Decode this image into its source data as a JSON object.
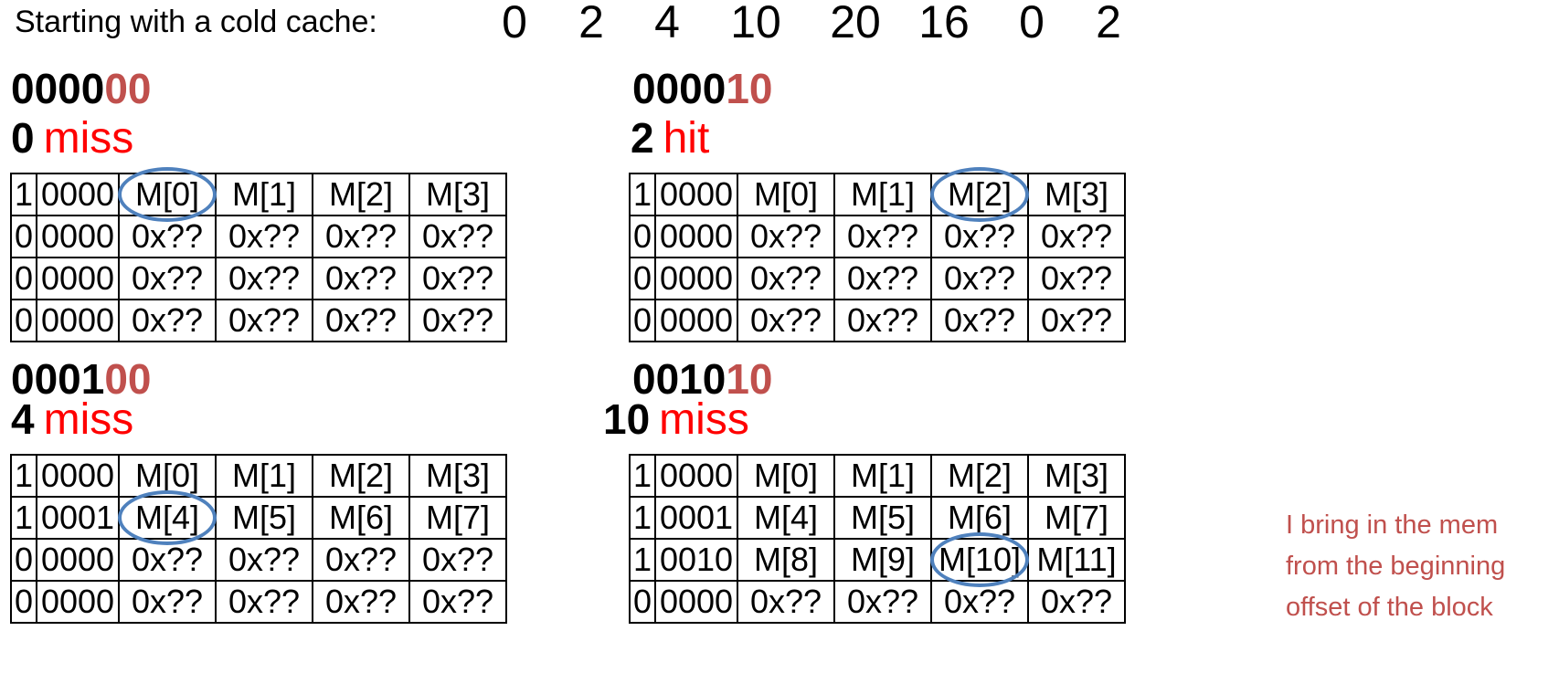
{
  "header": {
    "label": "Starting with a cold cache:",
    "sequence": [
      "0",
      "2",
      "4",
      "10",
      "20",
      "16",
      "0",
      "2"
    ]
  },
  "panels": [
    {
      "address_tag_bits": "0000",
      "address_offset_bits": "00",
      "address": "0",
      "outcome": "miss",
      "rows": [
        [
          "1",
          "0000",
          "M[0]",
          "M[1]",
          "M[2]",
          "M[3]"
        ],
        [
          "0",
          "0000",
          "0x??",
          "0x??",
          "0x??",
          "0x??"
        ],
        [
          "0",
          "0000",
          "0x??",
          "0x??",
          "0x??",
          "0x??"
        ],
        [
          "0",
          "0000",
          "0x??",
          "0x??",
          "0x??",
          "0x??"
        ]
      ],
      "highlight": {
        "row": 0,
        "col": 2
      }
    },
    {
      "address_tag_bits": "0000",
      "address_offset_bits": "10",
      "address": "2",
      "outcome": "hit",
      "rows": [
        [
          "1",
          "0000",
          "M[0]",
          "M[1]",
          "M[2]",
          "M[3]"
        ],
        [
          "0",
          "0000",
          "0x??",
          "0x??",
          "0x??",
          "0x??"
        ],
        [
          "0",
          "0000",
          "0x??",
          "0x??",
          "0x??",
          "0x??"
        ],
        [
          "0",
          "0000",
          "0x??",
          "0x??",
          "0x??",
          "0x??"
        ]
      ],
      "highlight": {
        "row": 0,
        "col": 4
      }
    },
    {
      "address_tag_bits": "0001",
      "address_offset_bits": "00",
      "address": "4",
      "outcome": "miss",
      "rows": [
        [
          "1",
          "0000",
          "M[0]",
          "M[1]",
          "M[2]",
          "M[3]"
        ],
        [
          "1",
          "0001",
          "M[4]",
          "M[5]",
          "M[6]",
          "M[7]"
        ],
        [
          "0",
          "0000",
          "0x??",
          "0x??",
          "0x??",
          "0x??"
        ],
        [
          "0",
          "0000",
          "0x??",
          "0x??",
          "0x??",
          "0x??"
        ]
      ],
      "highlight": {
        "row": 1,
        "col": 2
      }
    },
    {
      "address_tag_bits": "0010",
      "address_offset_bits": "10",
      "address": "10",
      "outcome": "miss",
      "rows": [
        [
          "1",
          "0000",
          "M[0]",
          "M[1]",
          "M[2]",
          "M[3]"
        ],
        [
          "1",
          "0001",
          "M[4]",
          "M[5]",
          "M[6]",
          "M[7]"
        ],
        [
          "1",
          "0010",
          "M[8]",
          "M[9]",
          "M[10]",
          "M[11]"
        ],
        [
          "0",
          "0000",
          "0x??",
          "0x??",
          "0x??",
          "0x??"
        ]
      ],
      "highlight": {
        "row": 2,
        "col": 4
      }
    }
  ],
  "note": [
    "I bring in the mem",
    "from the beginning",
    "offset of the block"
  ],
  "colors": {
    "offset_bits": "#c0504d",
    "outcome": "#ff0000",
    "highlight_circle": "#4f81bd",
    "note": "#c0504d"
  }
}
